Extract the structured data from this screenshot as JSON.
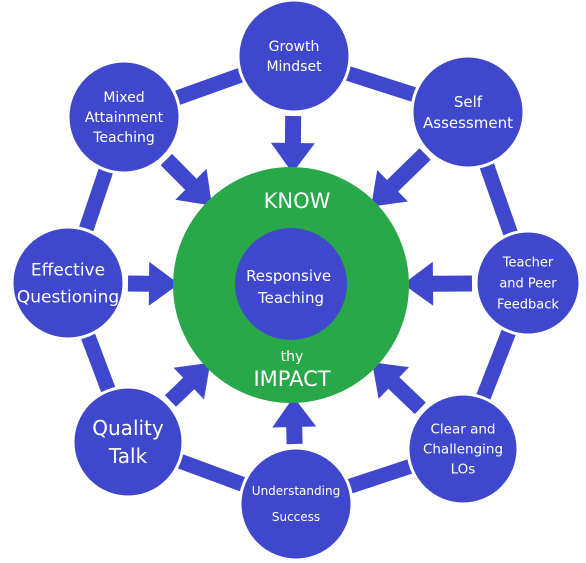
{
  "colors": {
    "node_fill": "#3f48cc",
    "node_stroke": "#ffffff",
    "connector": "#3f48cc",
    "center_ring": "#29a84a"
  },
  "center": {
    "lines": [
      "Responsive",
      "Teaching"
    ],
    "top_label": "KNOW",
    "bottom_small_label": "thy",
    "bottom_label": "IMPACT"
  },
  "nodes": [
    {
      "id": "growth-mindset",
      "lines": [
        "Growth",
        "Mindset"
      ]
    },
    {
      "id": "self-assessment",
      "lines": [
        "Self",
        "Assessment"
      ]
    },
    {
      "id": "teacher-peer-feedback",
      "lines": [
        "Teacher",
        "and Peer",
        "Feedback"
      ]
    },
    {
      "id": "clear-challenging-los",
      "lines": [
        "Clear and",
        "Challenging",
        "LOs"
      ]
    },
    {
      "id": "understanding-success",
      "lines": [
        "Understanding",
        "Success"
      ]
    },
    {
      "id": "quality-talk",
      "lines": [
        "Quality",
        "Talk"
      ]
    },
    {
      "id": "effective-questioning",
      "lines": [
        "Effective",
        "Questioning"
      ]
    },
    {
      "id": "mixed-attainment-teaching",
      "lines": [
        "Mixed",
        "Attainment",
        "Teaching"
      ]
    }
  ]
}
